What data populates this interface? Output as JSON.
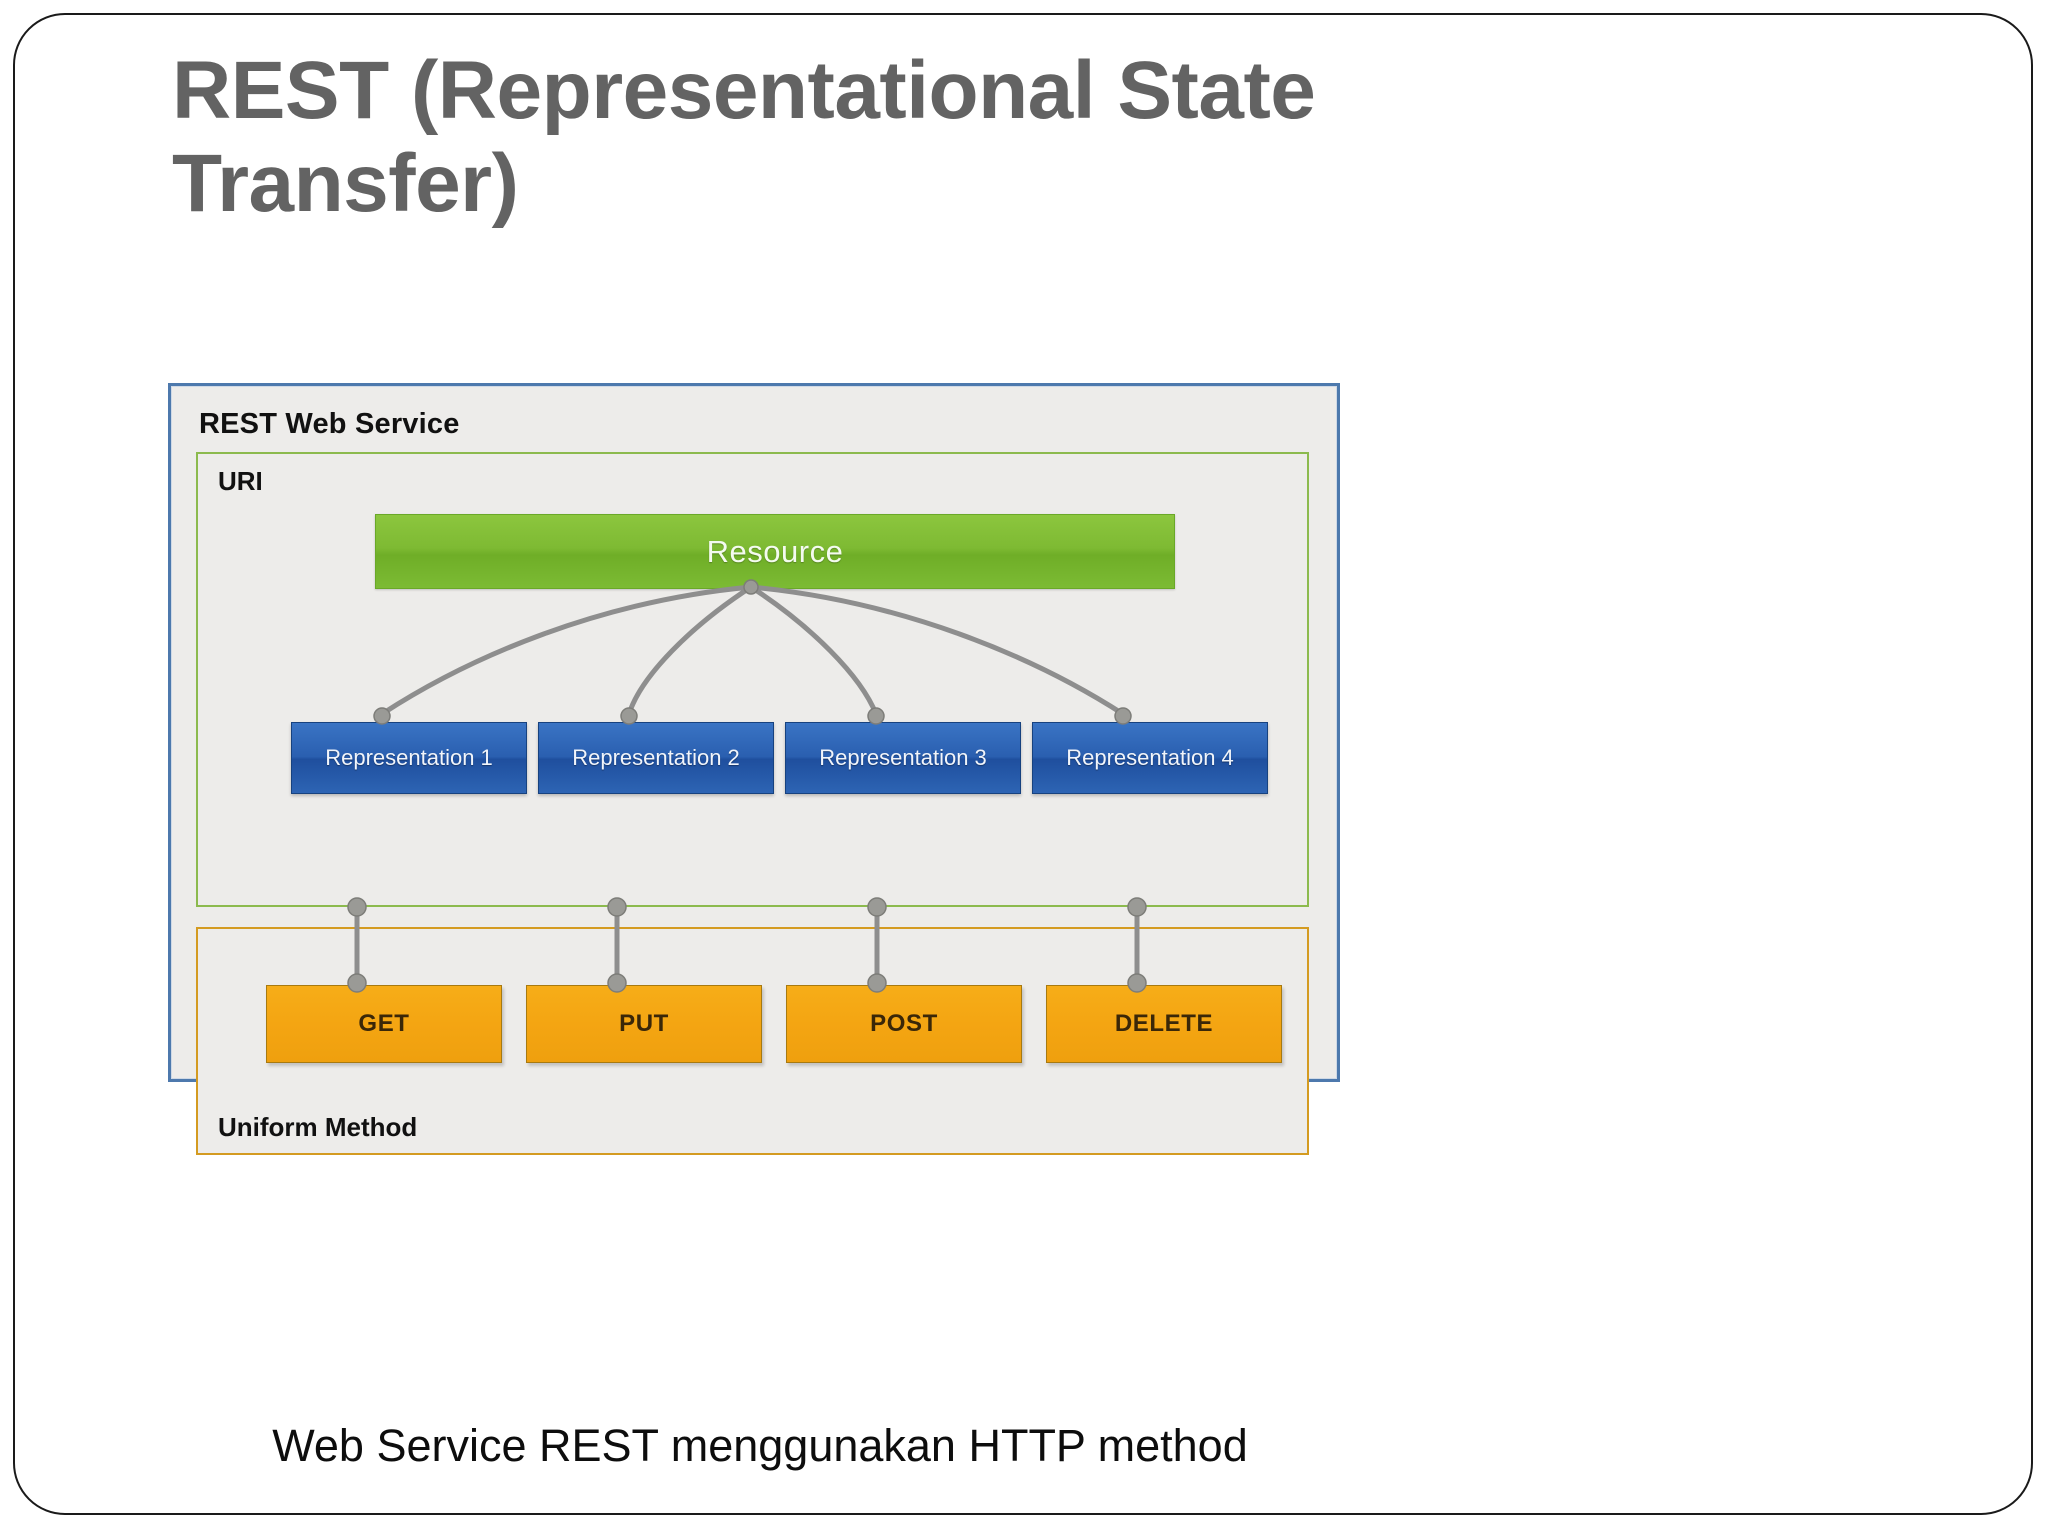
{
  "slide": {
    "title": "REST (Representational State Transfer)",
    "caption": "Web Service REST menggunakan HTTP method",
    "border_color": "#1a1a1a",
    "background": "#ffffff",
    "title_color": "#636363"
  },
  "diagram": {
    "outer_label": "REST Web Service",
    "outer_border_color": "#4d79ad",
    "panel_background": "#edecea",
    "uri": {
      "label": "URI",
      "border_color": "#8cba4e"
    },
    "resource": {
      "label": "Resource",
      "fill_color": "#7cbb34",
      "text_color": "#f4fbef"
    },
    "representations": [
      {
        "label": "Representation 1"
      },
      {
        "label": "Representation 2"
      },
      {
        "label": "Representation 3"
      },
      {
        "label": "Representation 4"
      }
    ],
    "representation_fill_color": "#2a5fb0",
    "representation_text_color": "#f1f5fb",
    "uniform_method": {
      "label": "Uniform Method",
      "border_color": "#d49b21"
    },
    "methods": [
      {
        "label": "GET"
      },
      {
        "label": "PUT"
      },
      {
        "label": "POST"
      },
      {
        "label": "DELETE"
      }
    ],
    "method_fill_color": "#f4a512",
    "method_text_color": "#3a2708",
    "connector_color": "#8e8e8e",
    "connector_node_color": "#9a9a96"
  }
}
